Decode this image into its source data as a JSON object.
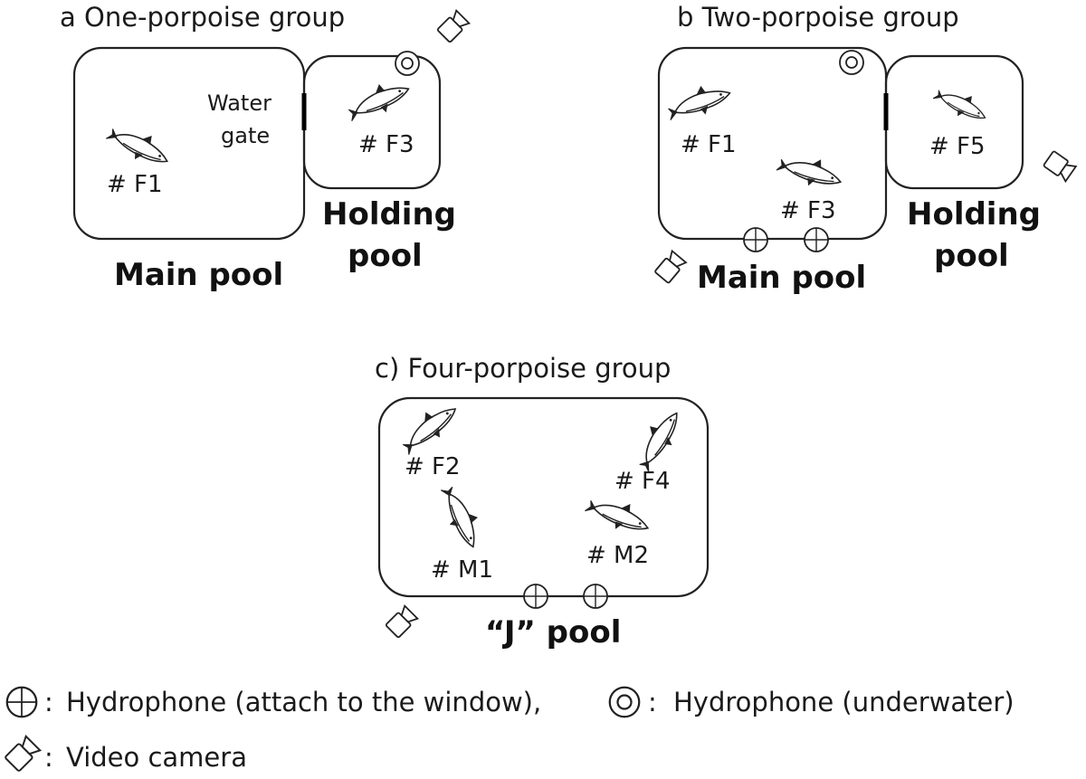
{
  "panels": {
    "a": {
      "title": "a  One-porpoise group",
      "main_pool": "Main pool",
      "holding_pool_line1": "Holding",
      "holding_pool_line2": "pool",
      "gate_line1": "Water",
      "gate_line2": "gate",
      "animals": [
        "# F1",
        "# F3"
      ]
    },
    "b": {
      "title": "b  Two-porpoise group",
      "main_pool": "Main pool",
      "holding_pool_line1": "Holding",
      "holding_pool_line2": "pool",
      "animals": [
        "# F1",
        "# F3",
        "# F5"
      ]
    },
    "c": {
      "title": "c) Four-porpoise group",
      "pool": "“J” pool",
      "animals": [
        "# F2",
        "# F4",
        "# M1",
        "# M2"
      ]
    }
  },
  "legend": {
    "hydrophone_window": "Hydrophone (attach to the window),",
    "hydrophone_underwater": "Hydrophone (underwater)",
    "video_camera": "Video camera",
    "separator": ":"
  },
  "icons": {
    "hydrophone_window": "circle-plus-icon",
    "hydrophone_underwater": "double-circle-icon",
    "video_camera": "video-camera-icon",
    "porpoise": "porpoise-icon"
  }
}
